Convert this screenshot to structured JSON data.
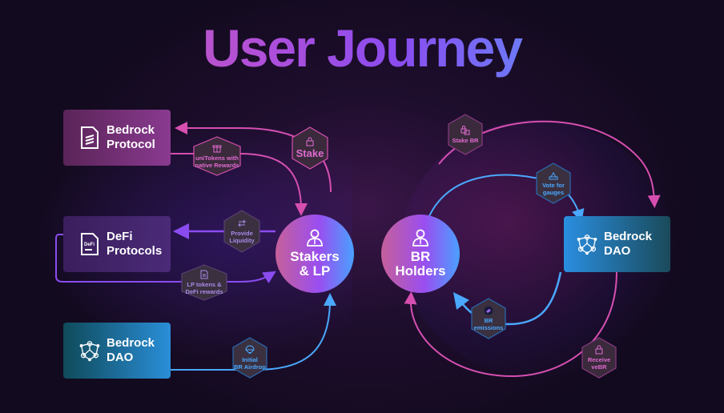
{
  "title": "User Journey",
  "colors": {
    "pink": "#d64fb0",
    "violet": "#8a4cf0",
    "blue": "#4aa8ff",
    "background": "#120a1e"
  },
  "left_flow": {
    "boxes": {
      "bedrock_protocol": {
        "label_line1": "Bedrock",
        "label_line2": "Protocol",
        "icon": "document-layers-icon"
      },
      "defi_protocols": {
        "label_line1": "DeFi",
        "label_line2": "Protocols",
        "icon": "defi-document-icon"
      },
      "bedrock_dao": {
        "label_line1": "Bedrock",
        "label_line2": "DAO",
        "icon": "network-nodes-icon"
      }
    },
    "hub": {
      "label_line1": "Stakers",
      "label_line2": "& LP",
      "icon": "user-icon"
    },
    "steps": {
      "stake": {
        "label": "Stake",
        "icon": "lock-icon"
      },
      "unitokens": {
        "label_line1": "uniTokens with",
        "label_line2": "native Rewards",
        "icon": "gift-icon"
      },
      "provide_liquidity": {
        "label_line1": "Provide",
        "label_line2": "Liquidity",
        "icon": "swap-arrows-icon"
      },
      "lp_tokens": {
        "label_line1": "LP tokens &",
        "label_line2": "DeFi rewards",
        "icon": "document-icon"
      },
      "airdrop": {
        "label_line1": "Initial",
        "label_line2": "BR Airdrop",
        "icon": "parachute-icon"
      }
    }
  },
  "right_flow": {
    "hub": {
      "label_line1": "BR",
      "label_line2": "Holders",
      "icon": "user-icon"
    },
    "dao": {
      "label_line1": "Bedrock",
      "label_line2": "DAO",
      "icon": "network-nodes-icon"
    },
    "steps": {
      "stake_br": {
        "label": "Stake BR",
        "icon": "locks-icon"
      },
      "vote": {
        "label_line1": "Vote for",
        "label_line2": "gauges",
        "icon": "ballot-box-icon"
      },
      "emissions": {
        "label_line1": "BR",
        "label_line2": "emissions",
        "icon": "token-stack-icon"
      },
      "receive": {
        "label_line1": "Receive",
        "label_line2": "veBR",
        "icon": "lock-icon"
      }
    }
  }
}
